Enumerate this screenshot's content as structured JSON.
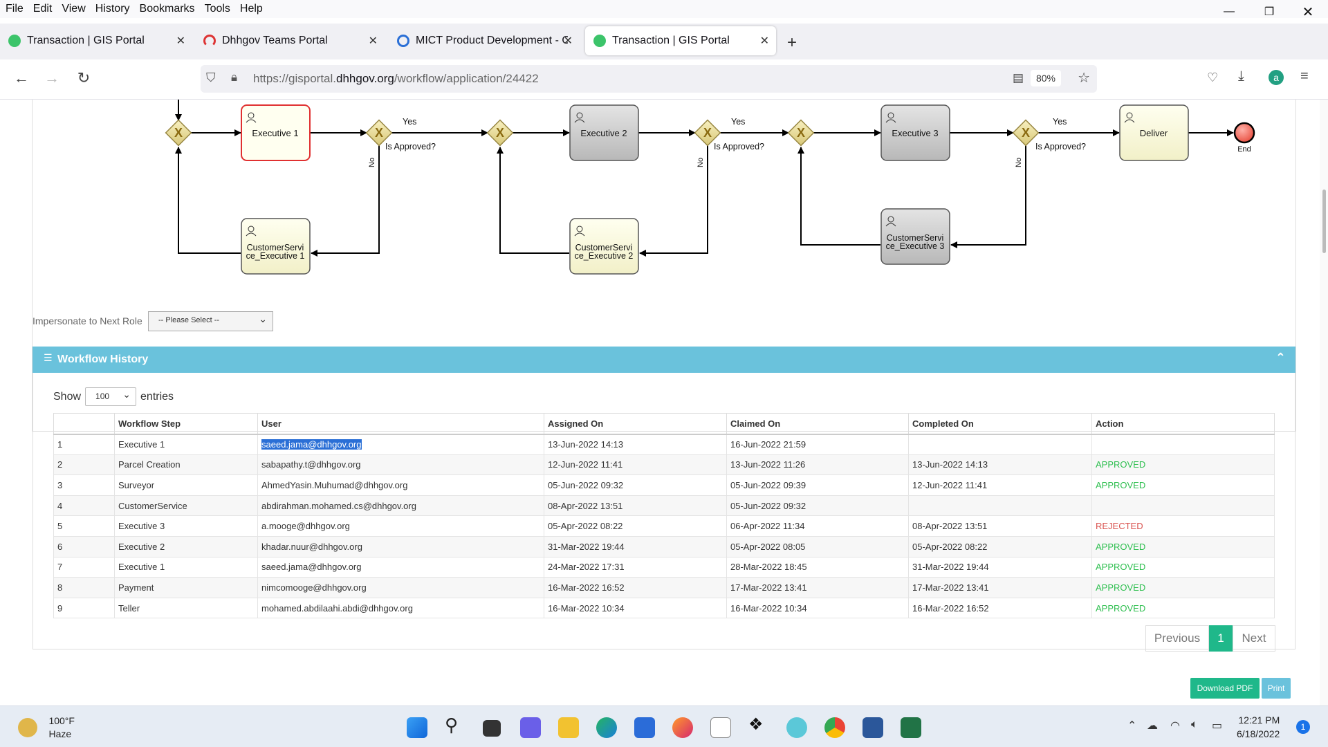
{
  "menubar": {
    "items": [
      "File",
      "Edit",
      "View",
      "History",
      "Bookmarks",
      "Tools",
      "Help"
    ]
  },
  "tabs": [
    {
      "title": "Transaction | GIS Portal",
      "active": false,
      "icon": "gis-portal-icon"
    },
    {
      "title": "Dhhgov Teams Portal",
      "active": false,
      "icon": "teams-portal-icon"
    },
    {
      "title": "MICT Product Development - O",
      "active": false,
      "icon": "product-dev-icon"
    },
    {
      "title": "Transaction | GIS Portal",
      "active": true,
      "icon": "gis-portal-icon"
    }
  ],
  "navbar": {
    "url_prefix": "https://gisportal.",
    "url_domain": "dhhgov.org",
    "url_path": "/workflow/application/24422",
    "zoom": "80%"
  },
  "diagram": {
    "nodes": {
      "exec1": "Executive 1",
      "exec2": "Executive 2",
      "exec3": "Executive 3",
      "deliver": "Deliver",
      "cs1a": "CustomerServi",
      "cs1b": "ce_Executive 1",
      "cs2a": "CustomerServi",
      "cs2b": "ce_Executive 2",
      "cs3a": "CustomerServi",
      "cs3b": "ce_Executive 3",
      "end": "End"
    },
    "labels": {
      "yes": "Yes",
      "no": "No",
      "approved": "Is Approved?"
    }
  },
  "impersonate": {
    "label": "Impersonate to Next Role",
    "select_value": "-- Please Select --"
  },
  "workflow_history": {
    "title": "Workflow History",
    "show_label": "Show",
    "entries_value": "100",
    "entries_label": "entries",
    "columns": [
      "",
      "Workflow Step",
      "User",
      "Assigned On",
      "Claimed On",
      "Completed On",
      "Action"
    ],
    "rows": [
      [
        "1",
        "Executive 1",
        "saeed.jama@dhhgov.org",
        "13-Jun-2022 14:13",
        "16-Jun-2022 21:59",
        "",
        ""
      ],
      [
        "2",
        "Parcel Creation",
        "sabapathy.t@dhhgov.org",
        "12-Jun-2022 11:41",
        "13-Jun-2022 11:26",
        "13-Jun-2022 14:13",
        "APPROVED"
      ],
      [
        "3",
        "Surveyor",
        "AhmedYasin.Muhumad@dhhgov.org",
        "05-Jun-2022 09:32",
        "05-Jun-2022 09:39",
        "12-Jun-2022 11:41",
        "APPROVED"
      ],
      [
        "4",
        "CustomerService",
        "abdirahman.mohamed.cs@dhhgov.org",
        "08-Apr-2022 13:51",
        "05-Jun-2022 09:32",
        "",
        ""
      ],
      [
        "5",
        "Executive 3",
        "a.mooge@dhhgov.org",
        "05-Apr-2022 08:22",
        "06-Apr-2022 11:34",
        "08-Apr-2022 13:51",
        "REJECTED"
      ],
      [
        "6",
        "Executive 2",
        "khadar.nuur@dhhgov.org",
        "31-Mar-2022 19:44",
        "05-Apr-2022 08:05",
        "05-Apr-2022 08:22",
        "APPROVED"
      ],
      [
        "7",
        "Executive 1",
        "saeed.jama@dhhgov.org",
        "24-Mar-2022 17:31",
        "28-Mar-2022 18:45",
        "31-Mar-2022 19:44",
        "APPROVED"
      ],
      [
        "8",
        "Payment",
        "nimcomooge@dhhgov.org",
        "16-Mar-2022 16:52",
        "17-Mar-2022 13:41",
        "17-Mar-2022 13:41",
        "APPROVED"
      ],
      [
        "9",
        "Teller",
        "mohamed.abdilaahi.abdi@dhhgov.org",
        "16-Mar-2022 10:34",
        "16-Mar-2022 10:34",
        "16-Mar-2022 16:52",
        "APPROVED"
      ]
    ],
    "pagination": {
      "previous": "Previous",
      "current": "1",
      "next": "Next"
    }
  },
  "buttons": {
    "download_pdf": "Download PDF",
    "print": "Print"
  },
  "colors": {
    "header": "#6ac2dc",
    "approved": "#2ebf4f",
    "rejected": "#d9534f",
    "download": "#1fb88a",
    "print": "#6ac2dc",
    "active_step_border": "#e03030"
  },
  "taskbar": {
    "temperature": "100°F",
    "weather": "Haze",
    "time": "12:21 PM",
    "date": "6/18/2022",
    "notifications": "1"
  }
}
